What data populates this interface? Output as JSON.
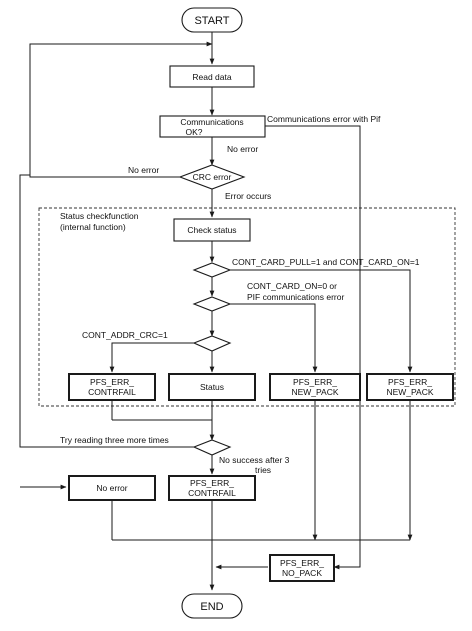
{
  "nodes": {
    "start": "START",
    "end": "END",
    "read_data": "Read data",
    "communications_ok": [
      "Communications",
      "OK?"
    ],
    "crc_error": "CRC error",
    "check_status": "Check status",
    "pfs_err_contrfail_1": [
      "PFS_ERR_",
      "CONTRFAIL"
    ],
    "status": "Status",
    "pfs_err_new_pack_1": [
      "PFS_ERR_",
      "NEW_PACK"
    ],
    "pfs_err_new_pack_2": [
      "PFS_ERR_",
      "NEW_PACK"
    ],
    "no_error_box": "No error",
    "pfs_err_contrfail_2": [
      "PFS_ERR_",
      "CONTRFAIL"
    ],
    "pfs_err_no_pack": [
      "PFS_ERR_",
      "NO_PACK"
    ]
  },
  "labels": {
    "comm_error_pif": "Communications error with Pif",
    "no_error_comm": "No error",
    "no_error_crc": "No error",
    "error_occurs": "Error occurs",
    "status_check_function": "Status checkfunction",
    "internal_function": "(internal function)",
    "cond_card_pull": "CONT_CARD_PULL=1 and CONT_CARD_ON=1",
    "cond_card_on": [
      "CONT_CARD_ON=0 or",
      "PIF communications error"
    ],
    "cond_addr_crc": "CONT_ADDR_CRC=1",
    "try_reading": "Try reading three more times",
    "no_success": [
      "No success after 3",
      "tries"
    ]
  }
}
